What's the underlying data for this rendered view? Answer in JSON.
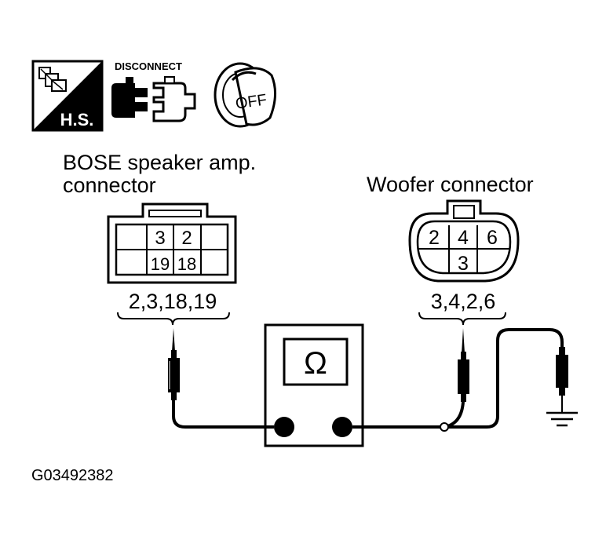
{
  "icons": {
    "hs_label": "H.S.",
    "disconnect_label": "DISCONNECT",
    "ignition_label": "OFF"
  },
  "bose_connector": {
    "title_line1": "BOSE speaker amp.",
    "title_line2": "connector",
    "pins": [
      "3",
      "2",
      "19",
      "18"
    ],
    "test_pins": "2,3,18,19"
  },
  "woofer_connector": {
    "title": "Woofer connector",
    "pins": [
      "2",
      "4",
      "6",
      "3"
    ],
    "test_pins": "3,4,2,6"
  },
  "meter": {
    "symbol": "Ω"
  },
  "figure_id": "G03492382"
}
